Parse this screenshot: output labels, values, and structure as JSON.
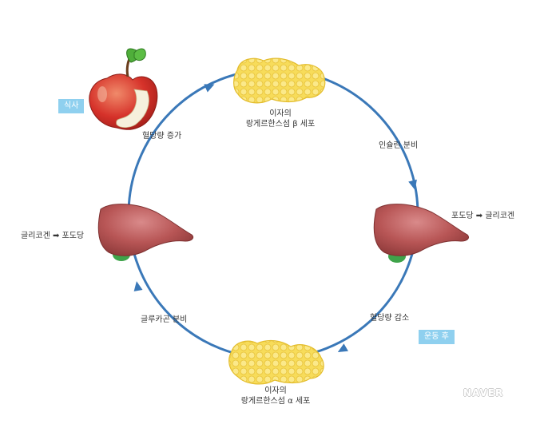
{
  "labels": {
    "beta_cell_line1": "이자의",
    "beta_cell_line2": "랑게르한스섬 β 세포",
    "insulin": "인슐린 분비",
    "glucose_to_glycogen": "포도당 ➡ 글리코겐",
    "sugar_decrease": "혈당량 감소",
    "alpha_cell_line1": "이자의",
    "alpha_cell_line2": "랑게르한스섬 α 세포",
    "glucagon": "글루카곤 분비",
    "glycogen_to_glucose": "글리코겐 ➡ 포도당",
    "sugar_increase": "혈당량 증가"
  },
  "tags": {
    "meal": "식사",
    "after_exercise": "운동 후"
  },
  "watermark": "NAVER",
  "colors": {
    "cycle_arrow": "#3a78b8",
    "tag_bg": "#8fd0ef",
    "pancreas": "#f7dc5a",
    "liver": "#b35252",
    "gallbladder": "#3fa34a",
    "apple": "#d6322a"
  },
  "icons": [
    "apple-icon",
    "pancreas-icon",
    "liver-icon"
  ]
}
